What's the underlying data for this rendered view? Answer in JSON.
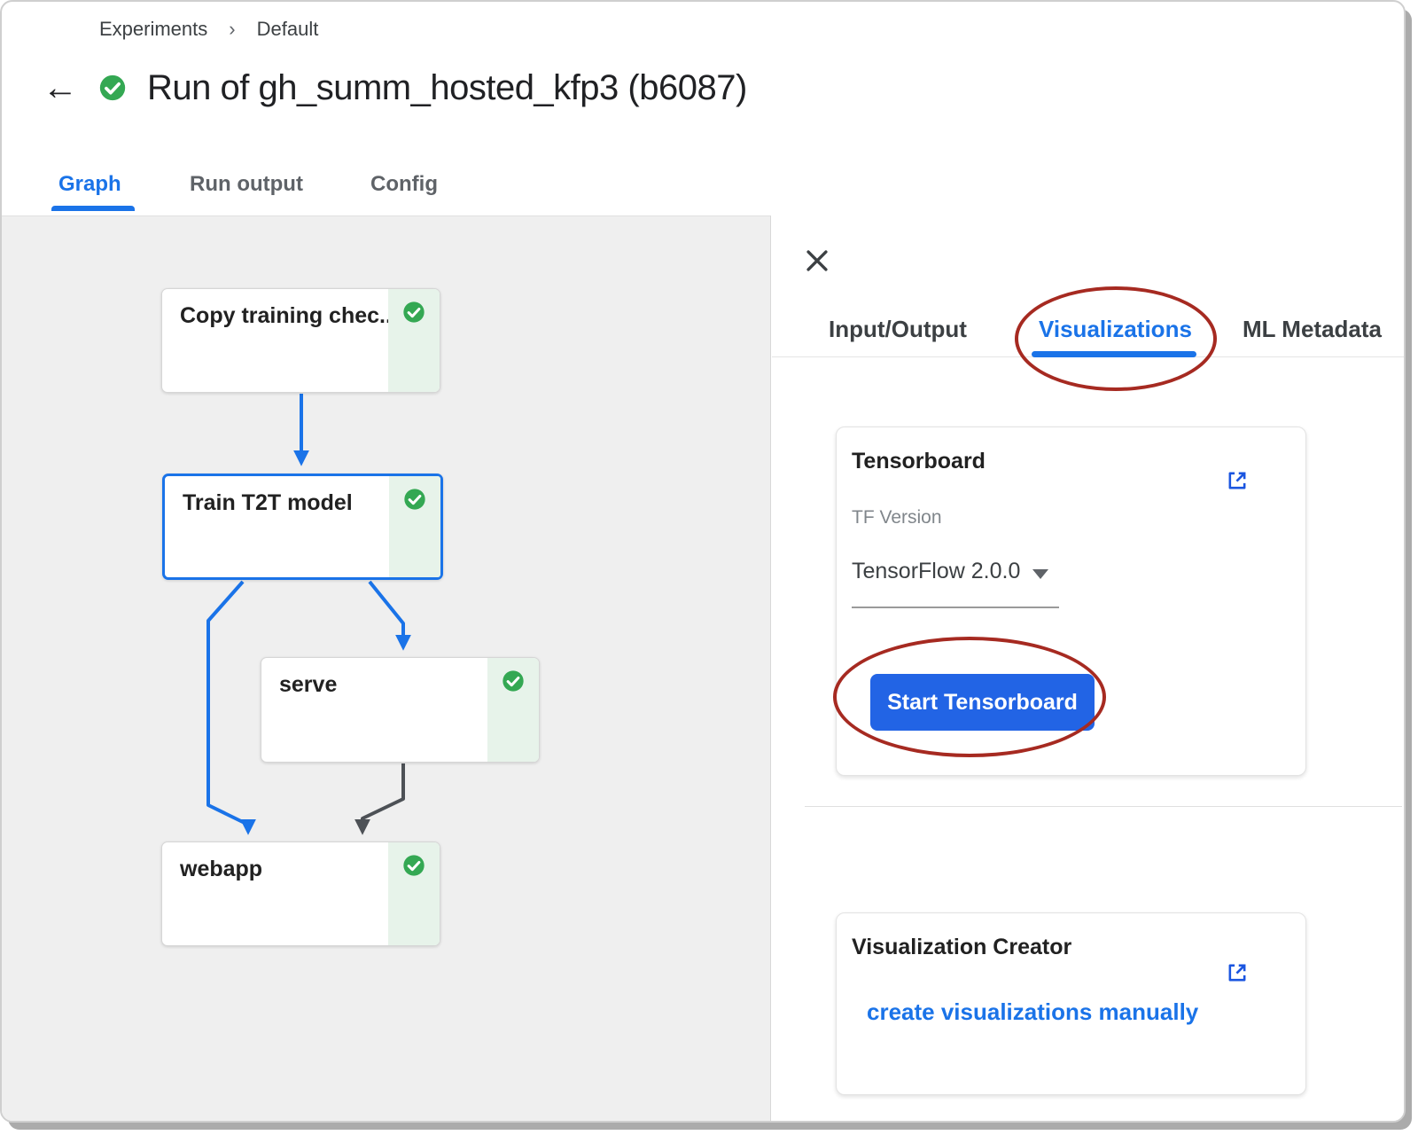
{
  "breadcrumb": {
    "items": [
      "Experiments",
      "Default"
    ],
    "separator": "›"
  },
  "header": {
    "back_glyph": "←",
    "title": "Run of gh_summ_hosted_kfp3 (b6087)",
    "status": "success"
  },
  "tabs": {
    "items": [
      {
        "label": "Graph",
        "active": true
      },
      {
        "label": "Run output",
        "active": false
      },
      {
        "label": "Config",
        "active": false
      }
    ]
  },
  "graph": {
    "nodes": [
      {
        "label": "Copy training chec...",
        "status": "success",
        "selected": false
      },
      {
        "label": "Train T2T model",
        "status": "success",
        "selected": true
      },
      {
        "label": "serve",
        "status": "success",
        "selected": false
      },
      {
        "label": "webapp",
        "status": "success",
        "selected": false
      }
    ]
  },
  "panel": {
    "close_glyph": "✕",
    "tabs": [
      {
        "label": "Input/Output",
        "active": false
      },
      {
        "label": "Visualizations",
        "active": true
      },
      {
        "label": "ML Metadata",
        "active": false
      }
    ],
    "tensorboard": {
      "title": "Tensorboard",
      "tf_version_label": "TF Version",
      "tf_version_value": "TensorFlow 2.0.0",
      "start_button_label": "Start Tensorboard"
    },
    "viz_creator": {
      "title": "Visualization Creator",
      "link_label": "create visualizations manually"
    }
  },
  "colors": {
    "accent": "#1a73e8",
    "button_blue": "#2264e5",
    "success_green": "#34a853",
    "success_bg": "#e7f3ea",
    "annotation_red": "#a62a21",
    "edge_gray": "#4d5156",
    "canvas_bg": "#efefef"
  }
}
